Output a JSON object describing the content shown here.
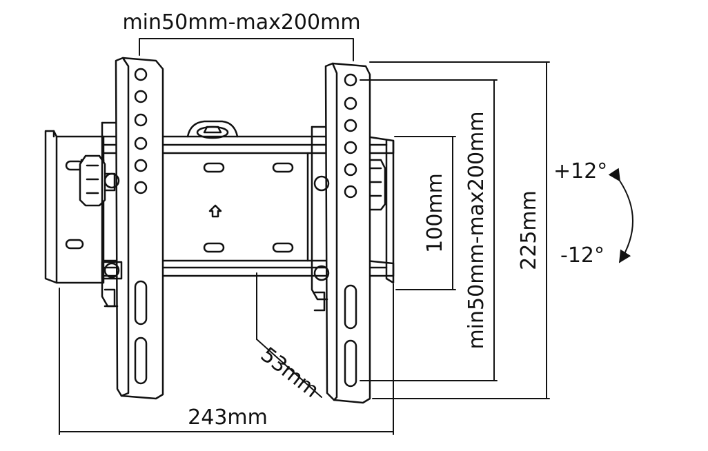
{
  "dimensions": {
    "top_spacing": "min50mm-max200mm",
    "right_spacing": "min50mm-max200mm",
    "wall_plate_height": "100mm",
    "total_height": "225mm",
    "depth": "53mm",
    "width": "243mm"
  },
  "tilt": {
    "up": "+12°",
    "down": "-12°"
  },
  "colors": {
    "line": "#111111",
    "background": "#ffffff"
  }
}
